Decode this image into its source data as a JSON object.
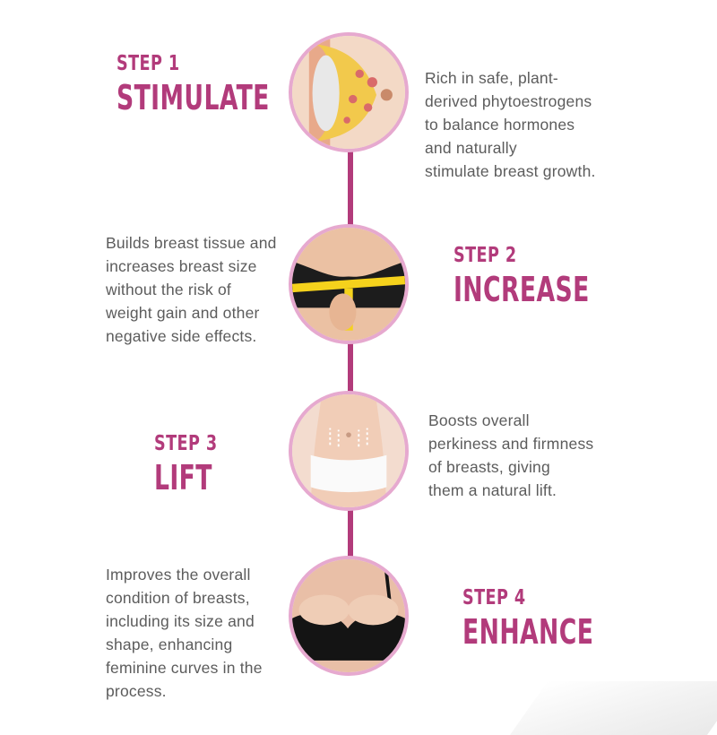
{
  "accent_color": "#b23b7b",
  "circle_border_color": "#e6a9cf",
  "steps": [
    {
      "step": "STEP 1",
      "title": "STIMULATE",
      "description": "Rich in safe, plant-\nderived phytoestrogens\nto balance hormones\nand naturally\nstimulate breast growth.",
      "image": "breast-anatomy-illustration"
    },
    {
      "step": "STEP 2",
      "title": "INCREASE",
      "description": "Builds breast tissue and\nincreases breast size\nwithout the risk of\nweight gain and other\nnegative side effects.",
      "image": "measuring-tape-chest-photo"
    },
    {
      "step": "STEP 3",
      "title": "LIFT",
      "description": "Boosts overall\nperkiness and firmness\nof breasts, giving\nthem a natural lift.",
      "image": "torso-lift-arrows-photo"
    },
    {
      "step": "STEP 4",
      "title": "ENHANCE",
      "description": "Improves the overall\ncondition of breasts,\nincluding its size and\nshape, enhancing\nfeminine curves in the\nprocess.",
      "image": "black-bra-photo"
    }
  ]
}
